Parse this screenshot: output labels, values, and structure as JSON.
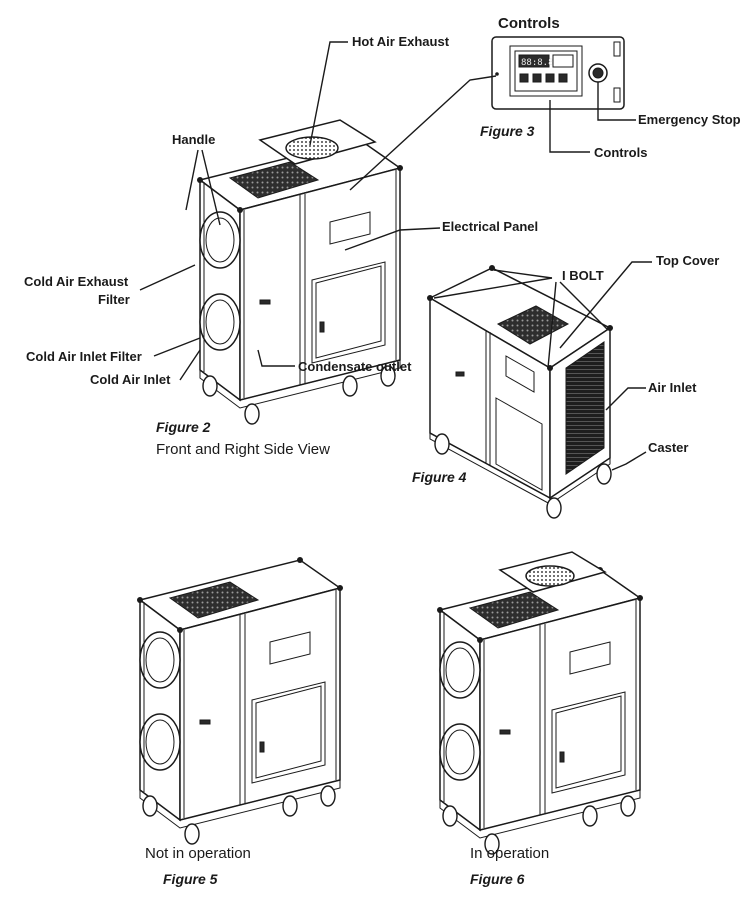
{
  "controls_heading": "Controls",
  "labels": {
    "hot_air_exhaust": "Hot Air Exhaust",
    "handle": "Handle",
    "cold_air_exhaust_line1": "Cold Air Exhaust",
    "cold_air_exhaust_line2": "Filter",
    "cold_air_inlet_filter": "Cold Air Inlet Filter",
    "cold_air_inlet": "Cold Air Inlet",
    "condensate_outlet": "Condensate outlet",
    "electrical_panel": "Electrical Panel",
    "emergency_stop": "Emergency Stop",
    "controls": "Controls",
    "i_bolt": "I BOLT",
    "top_cover": "Top Cover",
    "air_inlet": "Air Inlet",
    "caster": "Caster"
  },
  "figures": {
    "fig2": "Figure 2",
    "fig2_caption": "Front and Right Side View",
    "fig3": "Figure 3",
    "fig4": "Figure 4",
    "fig5": "Figure 5",
    "fig5_caption": "Not in operation",
    "fig6": "Figure 6",
    "fig6_caption": "In operation"
  },
  "display_readout": "88:8.8"
}
